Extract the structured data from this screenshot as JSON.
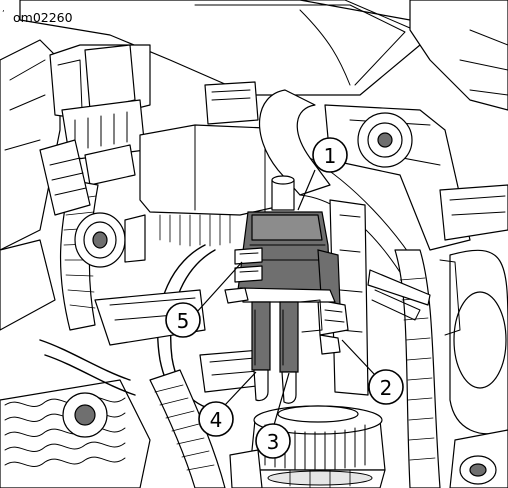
{
  "figure": {
    "id": "om02260"
  },
  "callouts": [
    {
      "number": "1"
    },
    {
      "number": "2"
    },
    {
      "number": "3"
    },
    {
      "number": "4"
    },
    {
      "number": "5"
    }
  ]
}
